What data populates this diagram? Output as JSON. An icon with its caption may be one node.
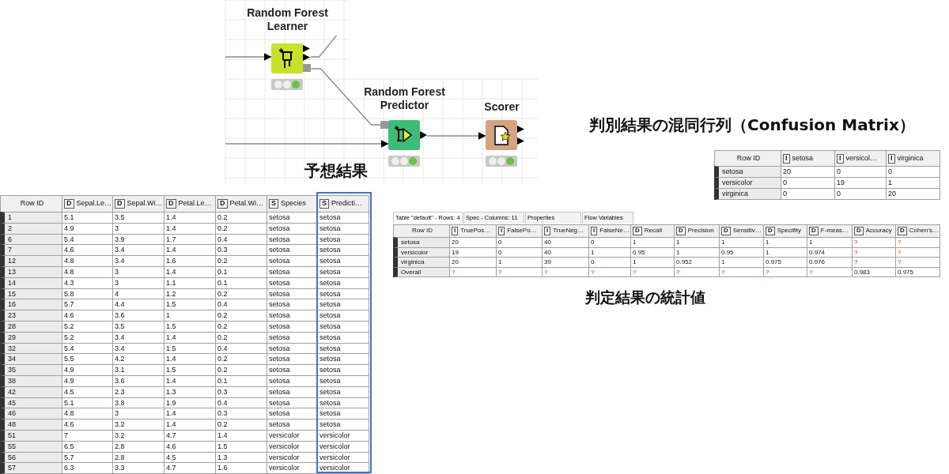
{
  "diagram": {
    "nodes": [
      {
        "text": [
          "Random Forest Learner"
        ]
      },
      {
        "text": [
          "Random Forest Predictor"
        ]
      },
      {
        "text": [
          "Scorer"
        ]
      }
    ],
    "edges": [
      {
        "from": null,
        "to": 0,
        "arrow": "to"
      },
      {
        "from": 0,
        "to": null,
        "arrow": "none"
      },
      {
        "from": 0,
        "to": 1,
        "arrow": "none"
      },
      {
        "from": null,
        "to": 1,
        "arrow": "to"
      },
      {
        "from": 1,
        "to": 2,
        "arrow": "to"
      }
    ],
    "labels": [
      "判別結果の混同行列（Confusion Matrix）",
      "Row ID",
      "I",
      "setosa",
      "I",
      "versicol…",
      "I",
      "virginica",
      "setosa",
      "20",
      "0",
      "0",
      "versicolor",
      "0",
      "19",
      "1",
      "virginica",
      "0",
      "0",
      "20",
      "予想結果",
      "Row ID",
      "D",
      "Sepal.Le…",
      "D",
      "Sepal.Wi…",
      "D",
      "Petal.Le…",
      "D",
      "Petal.Wi…",
      "S",
      "Species",
      "S",
      "Predicti…",
      "1",
      "5.1",
      "3.5",
      "1.4",
      "0.2",
      "setosa",
      "setosa",
      "2",
      "4.9",
      "3",
      "1.4",
      "0.2",
      "setosa",
      "setosa",
      "6",
      "5.4",
      "3.9",
      "1.7",
      "0.4",
      "setosa",
      "setosa",
      "7",
      "4.6",
      "3.4",
      "1.4",
      "0.3",
      "setosa",
      "setosa",
      "12",
      "4.8",
      "3.4",
      "1.6",
      "0.2",
      "setosa",
      "setosa",
      "13",
      "4.8",
      "3",
      "1.4",
      "0.1",
      "setosa",
      "setosa",
      "14",
      "4.3",
      "3",
      "1.1",
      "0.1",
      "setosa",
      "setosa",
      "15",
      "5.8",
      "4",
      "1.2",
      "0.2",
      "setosa",
      "setosa",
      "16",
      "5.7",
      "4.4",
      "1.5",
      "0.4",
      "setosa",
      "setosa",
      "23",
      "4.6",
      "3.6",
      "1",
      "0.2",
      "setosa",
      "setosa",
      "28",
      "5.2",
      "3.5",
      "1.5",
      "0.2",
      "setosa",
      "setosa",
      "29",
      "5.2",
      "3.4",
      "1.4",
      "0.2",
      "setosa",
      "setosa",
      "32",
      "5.4",
      "3.4",
      "1.5",
      "0.4",
      "setosa",
      "setosa",
      "34",
      "5.5",
      "4.2",
      "1.4",
      "0.2",
      "setosa",
      "setosa",
      "35",
      "4.9",
      "3.1",
      "1.5",
      "0.2",
      "setosa",
      "setosa",
      "38",
      "4.9",
      "3.6",
      "1.4",
      "0.1",
      "setosa",
      "setosa",
      "42",
      "4.5",
      "2.3",
      "1.3",
      "0.3",
      "setosa",
      "setosa",
      "45",
      "5.1",
      "3.8",
      "1.9",
      "0.4",
      "setosa",
      "setosa",
      "46",
      "4.8",
      "3",
      "1.4",
      "0.3",
      "setosa",
      "setosa",
      "48",
      "4.6",
      "3.2",
      "1.4",
      "0.2",
      "setosa",
      "setosa",
      "51",
      "7",
      "3.2",
      "4.7",
      "1.4",
      "versicolor",
      "versicolor",
      "55",
      "6.5",
      "2.8",
      "4.6",
      "1.5",
      "versicolor",
      "versicolor",
      "56",
      "5.7",
      "2.8",
      "4.5",
      "1.3",
      "versicolor",
      "versicolor",
      "57",
      "6.3",
      "3.3",
      "4.7",
      "1.6",
      "versicolor",
      "versicolor",
      "Table \"default\" - Rows: 4",
      "Spec - Columns: 11",
      "Properties",
      "Flow Variables",
      "Row ID",
      "I",
      "TruePos…",
      "I",
      "FalsePo…",
      "I",
      "TrueNeg…",
      "I",
      "FalseNe…",
      "D",
      "Recall",
      "D",
      "Precision",
      "D",
      "Sensitiv…",
      "D",
      "Specifity",
      "D",
      "F-meas…",
      "D",
      "Accuracy",
      "D",
      "Cohen's…",
      "setosa",
      "20",
      "0",
      "40",
      "0",
      "1",
      "1",
      "1",
      "1",
      "1",
      "?",
      "?",
      "versicolor",
      "19",
      "0",
      "40",
      "1",
      "0.95",
      "1",
      "0.95",
      "1",
      "0.974",
      "?",
      "?",
      "virginica",
      "20",
      "1",
      "39",
      "0",
      "1",
      "0.952",
      "1",
      "0.975",
      "0.976",
      "?",
      "?",
      "Overall",
      "?",
      "?",
      "?",
      "?",
      "?",
      "?",
      "?",
      "?",
      "?",
      "0.983",
      "0.975",
      "判定結果の統計値"
    ]
  }
}
